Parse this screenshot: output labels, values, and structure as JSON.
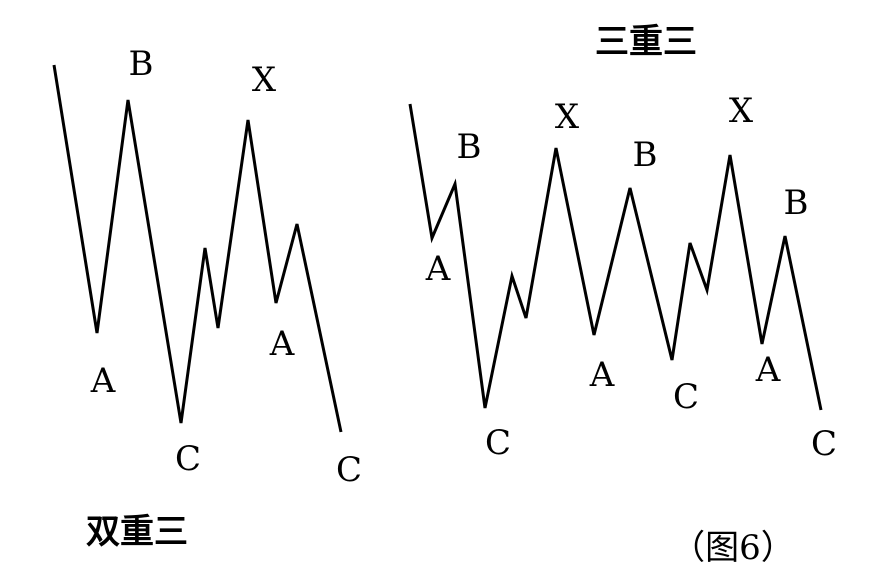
{
  "double_three": {
    "title": "双重三",
    "labels": [
      "B",
      "X",
      "A",
      "C",
      "A",
      "C"
    ]
  },
  "triple_three": {
    "title": "三重三",
    "labels": [
      "B",
      "X",
      "B",
      "X",
      "B",
      "A",
      "A",
      "C",
      "A",
      "C",
      "C"
    ]
  },
  "figure_caption": "（图6）"
}
